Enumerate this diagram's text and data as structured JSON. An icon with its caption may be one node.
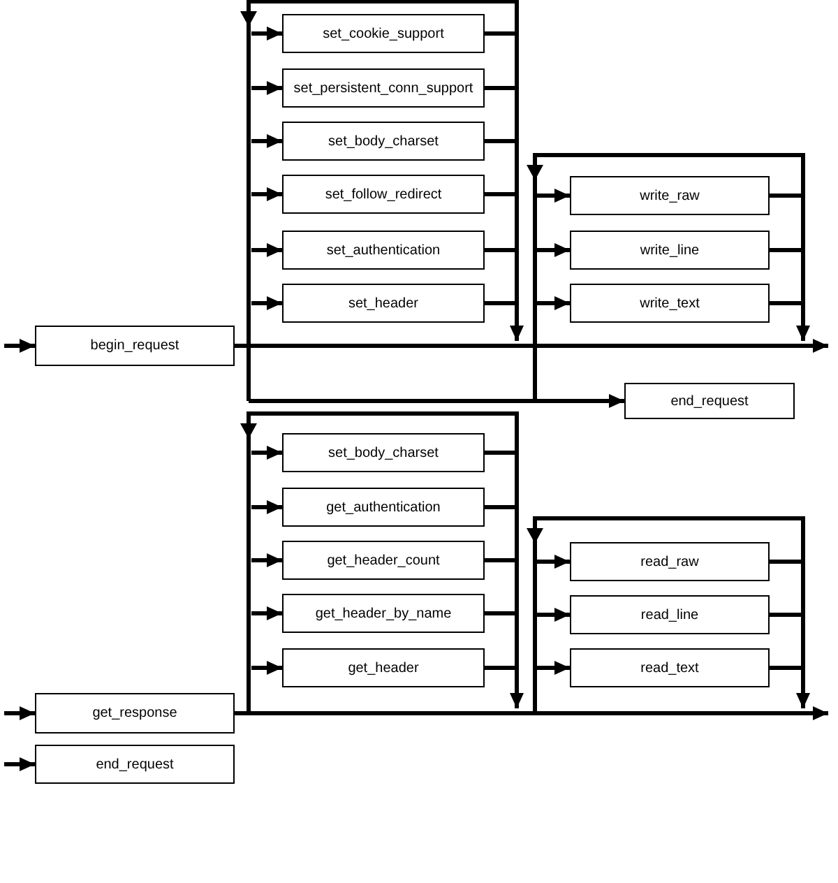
{
  "diagram": {
    "nodes": [
      {
        "text": [
          "set_cookie_support"
        ]
      },
      {
        "text": [
          "set_persistent_conn_support"
        ]
      },
      {
        "text": [
          "set_body_charset"
        ]
      },
      {
        "text": [
          "set_follow_redirect"
        ]
      },
      {
        "text": [
          "write_raw"
        ]
      },
      {
        "text": [
          "set_authentication"
        ]
      },
      {
        "text": [
          "write_line"
        ]
      },
      {
        "text": [
          "set_header"
        ]
      },
      {
        "text": [
          "write_text"
        ]
      },
      {
        "text": [
          "begin_request"
        ]
      },
      {
        "text": [
          "end_request"
        ]
      },
      {
        "text": [
          "set_body_charset"
        ]
      },
      {
        "text": [
          "get_authentication"
        ]
      },
      {
        "text": [
          "get_header_count"
        ]
      },
      {
        "text": [
          "read_raw"
        ]
      },
      {
        "text": [
          "get_header_by_name"
        ]
      },
      {
        "text": [
          "read_line"
        ]
      },
      {
        "text": [
          "get_header"
        ]
      },
      {
        "text": [
          "read_text"
        ]
      },
      {
        "text": [
          "get_response"
        ]
      },
      {
        "text": [
          "end_request"
        ]
      }
    ],
    "edges": [
      {
        "from": null,
        "to": 0,
        "arrow": "to"
      },
      {
        "from": 0,
        "to": null,
        "arrow": "none"
      },
      {
        "from": null,
        "to": 1,
        "arrow": "to"
      },
      {
        "from": 1,
        "to": null,
        "arrow": "none"
      },
      {
        "from": null,
        "to": 2,
        "arrow": "to"
      },
      {
        "from": 2,
        "to": null,
        "arrow": "none"
      },
      {
        "from": null,
        "to": 3,
        "arrow": "to"
      },
      {
        "from": 3,
        "to": null,
        "arrow": "none"
      },
      {
        "from": null,
        "to": 4,
        "arrow": "to"
      },
      {
        "from": 4,
        "to": null,
        "arrow": "none"
      },
      {
        "from": null,
        "to": 5,
        "arrow": "to"
      },
      {
        "from": 5,
        "to": null,
        "arrow": "none"
      },
      {
        "from": null,
        "to": 6,
        "arrow": "to"
      },
      {
        "from": 6,
        "to": null,
        "arrow": "none"
      },
      {
        "from": null,
        "to": 7,
        "arrow": "to"
      },
      {
        "from": 7,
        "to": null,
        "arrow": "none"
      },
      {
        "from": null,
        "to": 8,
        "arrow": "to"
      },
      {
        "from": 8,
        "to": null,
        "arrow": "none"
      },
      {
        "from": null,
        "to": 9,
        "arrow": "to"
      },
      {
        "from": 9,
        "to": null,
        "arrow": "to"
      },
      {
        "from": null,
        "to": 10,
        "arrow": "to"
      },
      {
        "from": null,
        "to": 11,
        "arrow": "to"
      },
      {
        "from": 11,
        "to": null,
        "arrow": "none"
      },
      {
        "from": null,
        "to": 12,
        "arrow": "to"
      },
      {
        "from": 12,
        "to": null,
        "arrow": "none"
      },
      {
        "from": null,
        "to": 13,
        "arrow": "to"
      },
      {
        "from": 13,
        "to": null,
        "arrow": "none"
      },
      {
        "from": null,
        "to": 14,
        "arrow": "to"
      },
      {
        "from": 14,
        "to": null,
        "arrow": "none"
      },
      {
        "from": null,
        "to": 15,
        "arrow": "to"
      },
      {
        "from": 15,
        "to": null,
        "arrow": "none"
      },
      {
        "from": null,
        "to": 16,
        "arrow": "to"
      },
      {
        "from": 16,
        "to": null,
        "arrow": "none"
      },
      {
        "from": null,
        "to": 17,
        "arrow": "to"
      },
      {
        "from": 17,
        "to": null,
        "arrow": "none"
      },
      {
        "from": null,
        "to": 18,
        "arrow": "to"
      },
      {
        "from": 18,
        "to": null,
        "arrow": "none"
      },
      {
        "from": null,
        "to": 19,
        "arrow": "to"
      },
      {
        "from": 19,
        "to": null,
        "arrow": "to"
      },
      {
        "from": null,
        "to": 20,
        "arrow": "to"
      }
    ]
  }
}
